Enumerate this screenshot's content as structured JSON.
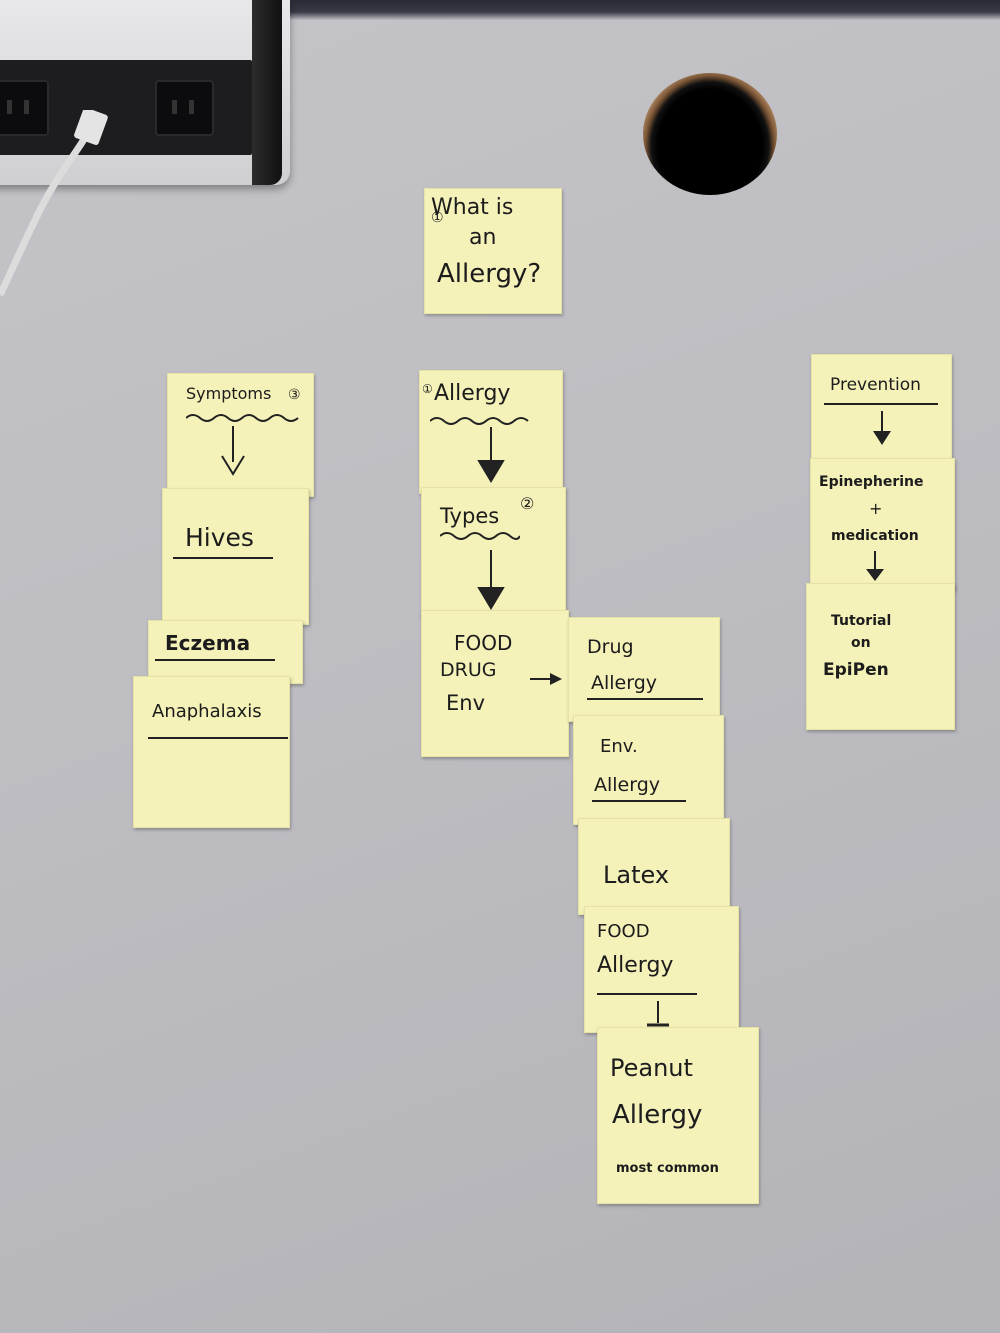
{
  "title_note": {
    "line1": "What is",
    "line2": "an",
    "line3": "Allergy?",
    "mark": "①"
  },
  "center_column": {
    "allergy": "Allergy",
    "allergy_mark": "①",
    "types": "Types",
    "types_mark": "②",
    "list": [
      "FOOD",
      "DRUG",
      "Env"
    ]
  },
  "left_column": {
    "symptoms": "Symptoms",
    "symptoms_mark": "③",
    "items": [
      "Hives",
      "Eczema",
      "Anaphalaxis"
    ]
  },
  "right_center_column": {
    "drug": [
      "Drug",
      "Allergy"
    ],
    "env": [
      "Env.",
      "Allergy"
    ],
    "latex": "Latex",
    "food": [
      "FOOD",
      "Allergy"
    ],
    "peanut": [
      "Peanut",
      "Allergy"
    ],
    "peanut_note": "most common"
  },
  "right_column": {
    "prevention": "Prevention",
    "epinephrine": "Epinepherine",
    "plus": "+",
    "medication": "medication",
    "tutorial": [
      "Tutorial",
      "on",
      "EpiPen"
    ]
  },
  "colors": {
    "sticky_note": "#f4f1b9",
    "ink": "#1c1c1c",
    "desk": "#bdbdc2"
  }
}
